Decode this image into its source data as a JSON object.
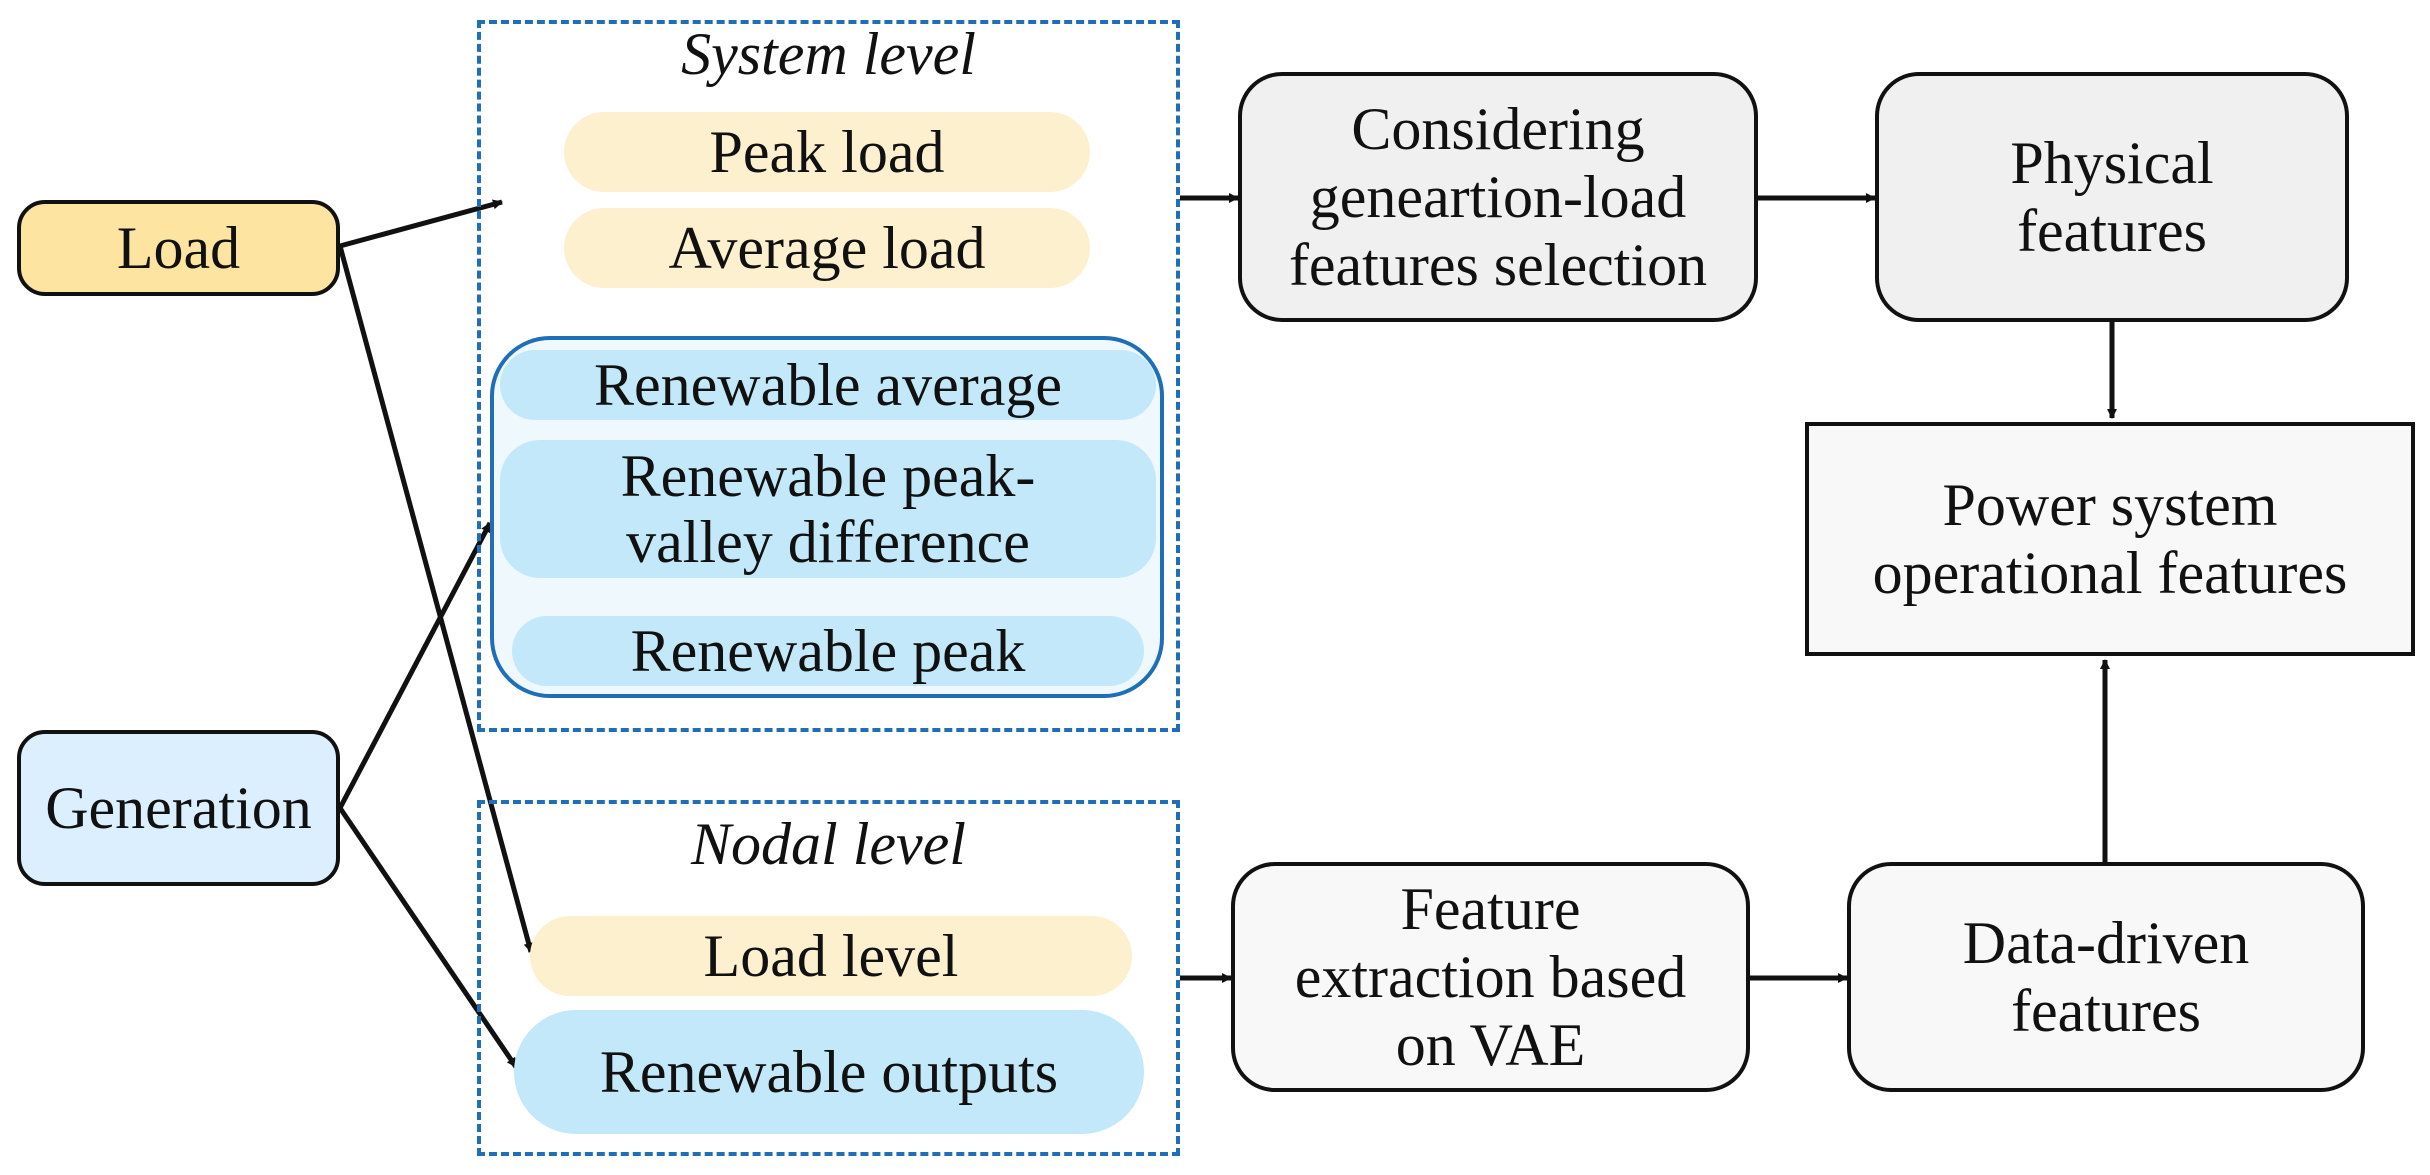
{
  "sources": {
    "load": "Load",
    "generation": "Generation"
  },
  "system_level": {
    "title": "System level",
    "peak_load": "Peak load",
    "average_load": "Average load",
    "renewable_average": "Renewable average",
    "renewable_peak_valley_line1": "Renewable peak-",
    "renewable_peak_valley_line2": "valley difference",
    "renewable_peak": "Renewable peak"
  },
  "nodal_level": {
    "title": "Nodal level",
    "load_level": "Load level",
    "renewable_outputs": "Renewable outputs"
  },
  "process": {
    "considering_line1": "Considering",
    "considering_line2": "geneartion-load",
    "considering_line3": "features selection",
    "physical_line1": "Physical",
    "physical_line2": "features",
    "operational_line1": "Power system",
    "operational_line2": "operational features",
    "vae_line1": "Feature",
    "vae_line2": "extraction based",
    "vae_line3": "on VAE",
    "data_driven_line1": "Data-driven",
    "data_driven_line2": "features"
  },
  "colors": {
    "load_fill": "#fde4a0",
    "load_pill": "#fdf0cf",
    "generation_fill": "#dcefff",
    "renewable_pill": "#c3e8f9",
    "dashed_border": "#1f6fb8",
    "process_gray": "#f0f0f0"
  }
}
